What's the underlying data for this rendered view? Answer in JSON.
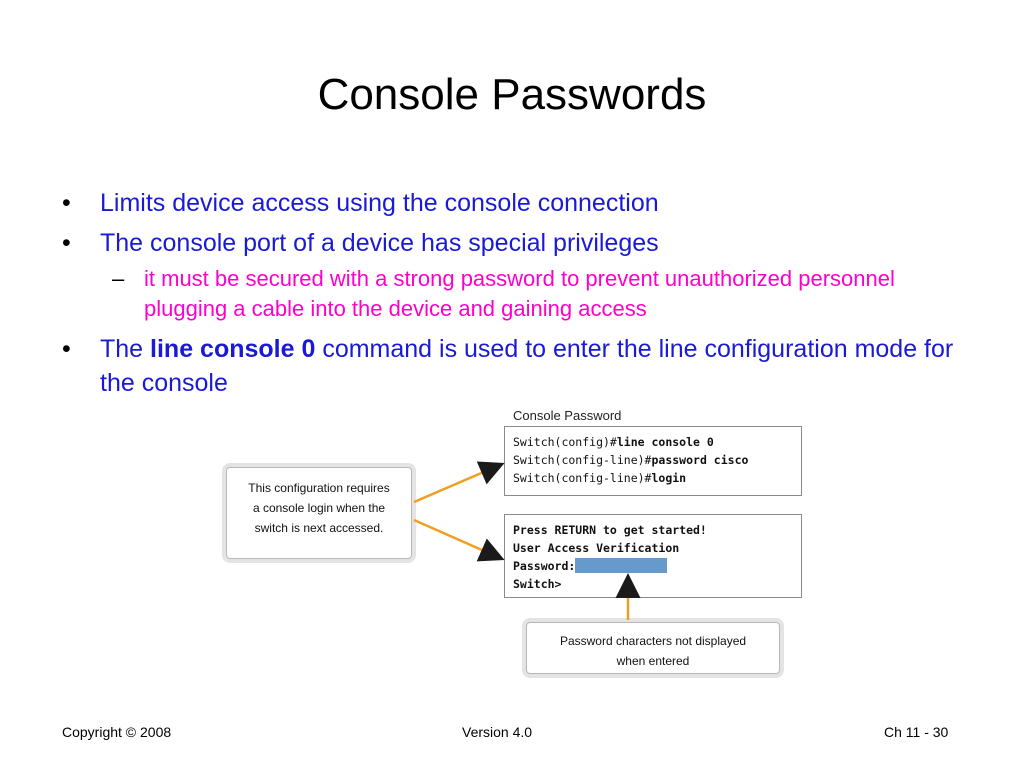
{
  "title": "Console Passwords",
  "bullets": {
    "b1": "Limits device access using the console connection",
    "b2": "The console port of a device has special privileges",
    "b2_sub": "it must be secured with a strong password to prevent unauthorized personnel plugging a cable into the device and gaining access",
    "b3_pre": "The ",
    "b3_bold": "line console 0",
    "b3_post": " command is used to enter the line configuration mode for the console"
  },
  "figure": {
    "title": "Console Password",
    "config_lines": [
      {
        "prompt": "Switch(config)#",
        "cmd": "line console 0"
      },
      {
        "prompt": "Switch(config-line)#",
        "cmd": "password cisco"
      },
      {
        "prompt": "Switch(config-line)#",
        "cmd": "login"
      }
    ],
    "login_lines": [
      "Press RETURN to get started!",
      "User Access Verification",
      "Password:",
      "Switch>"
    ],
    "callout_left": [
      "This configuration requires",
      "a console login when the",
      "switch is next accessed."
    ],
    "callout_bottom": [
      "Password characters not displayed",
      "when entered"
    ],
    "colors": {
      "arrow": "#f0a020",
      "password_field": "#6699cc"
    }
  },
  "footer": {
    "copyright": "Copyright © 2008",
    "version": "Version 4.0",
    "page": "Ch 11 - 30"
  }
}
